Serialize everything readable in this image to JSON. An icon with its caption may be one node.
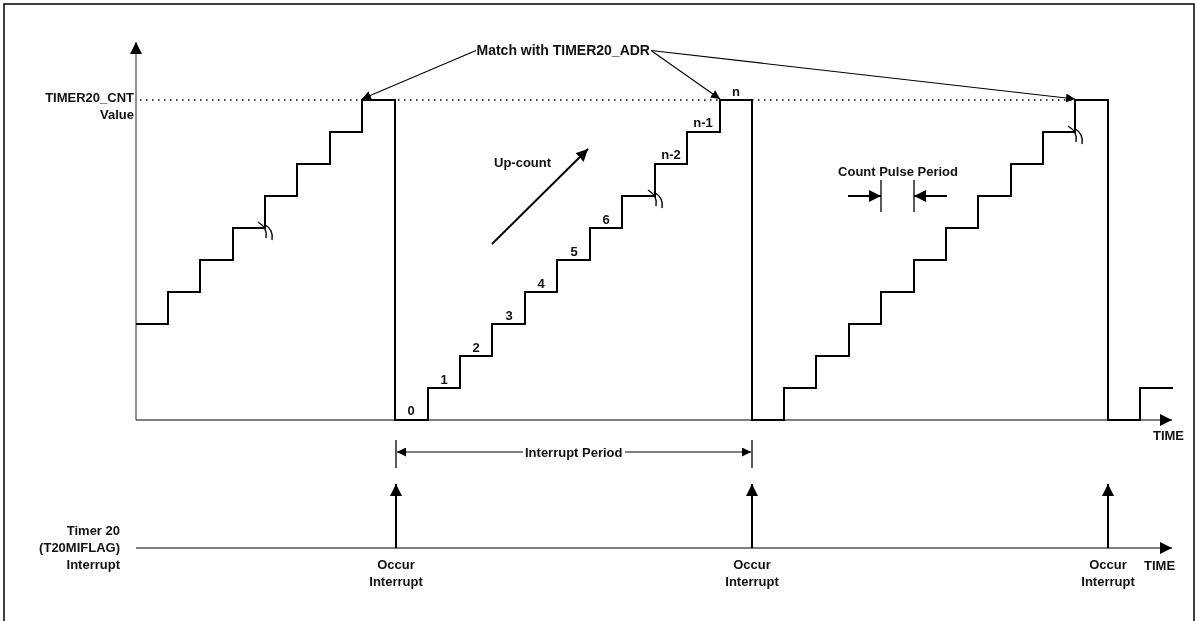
{
  "diagram": {
    "nodes": [
      {
        "text": [
          "Match with TIMER20_ADR"
        ]
      },
      {
        "text": [],
        "shape": "bar"
      },
      {
        "text": [],
        "shape": "bar"
      },
      {
        "text": [],
        "shape": "bar"
      }
    ],
    "edges": [
      {
        "from": 0,
        "to": 1,
        "arrow": "to"
      },
      {
        "from": 0,
        "to": 2,
        "arrow": "to"
      },
      {
        "from": 0,
        "to": 3,
        "arrow": "to"
      }
    ],
    "labels": [
      "TIMER20_CNT Value",
      "n",
      "n-1",
      "Up-count",
      "Count Pulse Period",
      "n-2",
      "6",
      "5",
      "4",
      "3",
      "2",
      "1",
      "0",
      "TIME",
      "Interrupt Period",
      "Timer 20 (T20MIFLAG) Interrupt",
      "Occur Interrupt",
      "Occur Interrupt",
      "Occur Interrupt",
      "TIME"
    ]
  }
}
